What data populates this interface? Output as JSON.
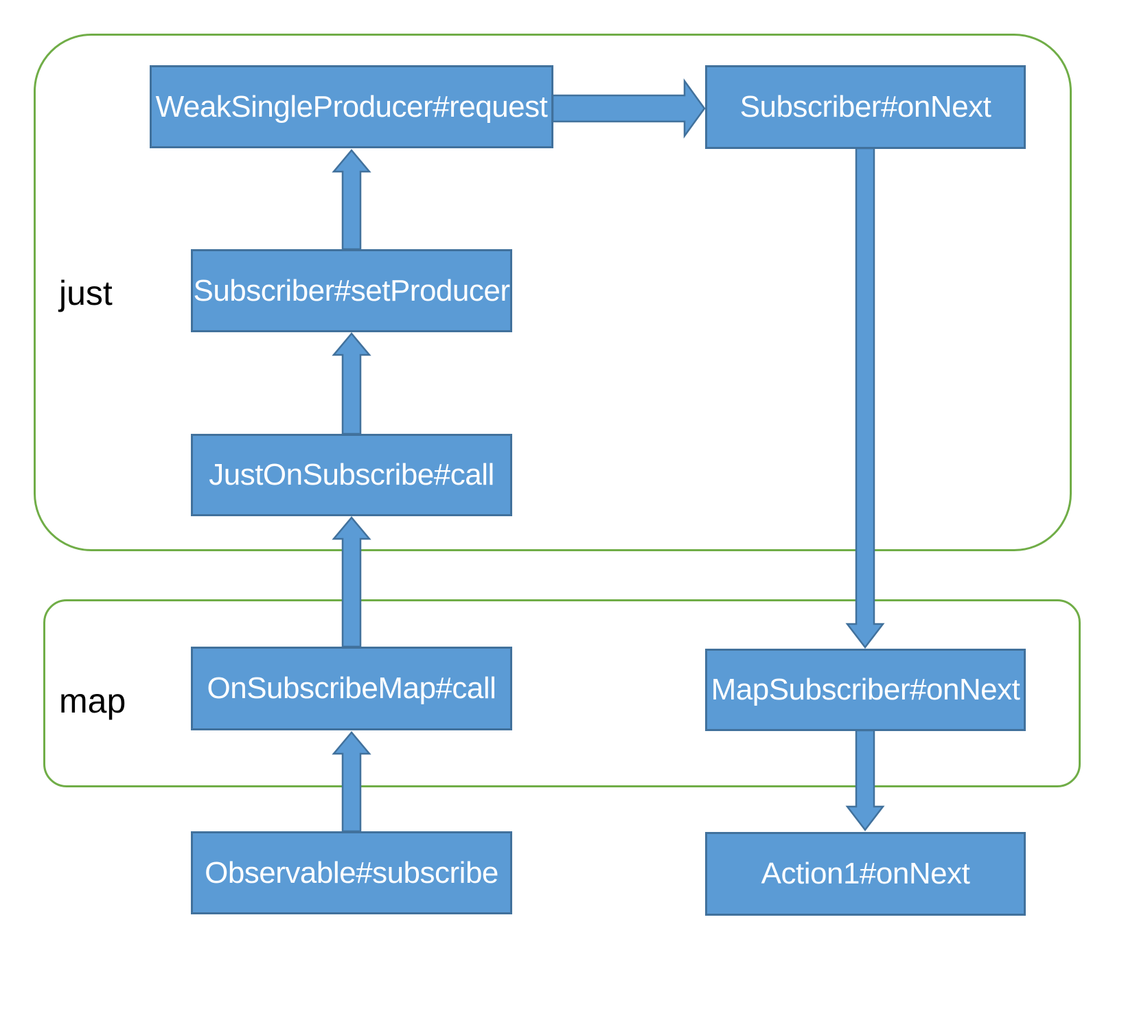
{
  "diagram": {
    "title_hint": "RxJava just+map operator call flow",
    "groups": [
      {
        "id": "just",
        "label": "just"
      },
      {
        "id": "map",
        "label": "map"
      }
    ],
    "nodes": [
      {
        "id": "weak-single-producer-request",
        "label": "WeakSingleProducer#request",
        "group": "just"
      },
      {
        "id": "subscriber-on-next",
        "label": "Subscriber#onNext",
        "group": "just"
      },
      {
        "id": "subscriber-set-producer",
        "label": "Subscriber#setProducer",
        "group": "just"
      },
      {
        "id": "just-on-subscribe-call",
        "label": "JustOnSubscribe#call",
        "group": "just"
      },
      {
        "id": "on-subscribe-map-call",
        "label": "OnSubscribeMap#call",
        "group": "map"
      },
      {
        "id": "map-subscriber-on-next",
        "label": "MapSubscriber#onNext",
        "group": "map"
      },
      {
        "id": "observable-subscribe",
        "label": "Observable#subscribe",
        "group": null
      },
      {
        "id": "action1-on-next",
        "label": "Action1#onNext",
        "group": null
      }
    ],
    "edges": [
      {
        "from": "weak-single-producer-request",
        "to": "subscriber-on-next",
        "direction": "right"
      },
      {
        "from": "subscriber-set-producer",
        "to": "weak-single-producer-request",
        "direction": "up"
      },
      {
        "from": "just-on-subscribe-call",
        "to": "subscriber-set-producer",
        "direction": "up"
      },
      {
        "from": "on-subscribe-map-call",
        "to": "just-on-subscribe-call",
        "direction": "up"
      },
      {
        "from": "observable-subscribe",
        "to": "on-subscribe-map-call",
        "direction": "up"
      },
      {
        "from": "subscriber-on-next",
        "to": "map-subscriber-on-next",
        "direction": "down"
      },
      {
        "from": "map-subscriber-on-next",
        "to": "action1-on-next",
        "direction": "down"
      }
    ],
    "colors": {
      "node_fill": "#5b9bd5",
      "node_border": "#41719c",
      "node_text": "#ffffff",
      "arrow_fill": "#5b9bd5",
      "arrow_border": "#41719c",
      "group_border": "#70ad47",
      "group_label_text": "#000000",
      "background": "#ffffff"
    }
  }
}
